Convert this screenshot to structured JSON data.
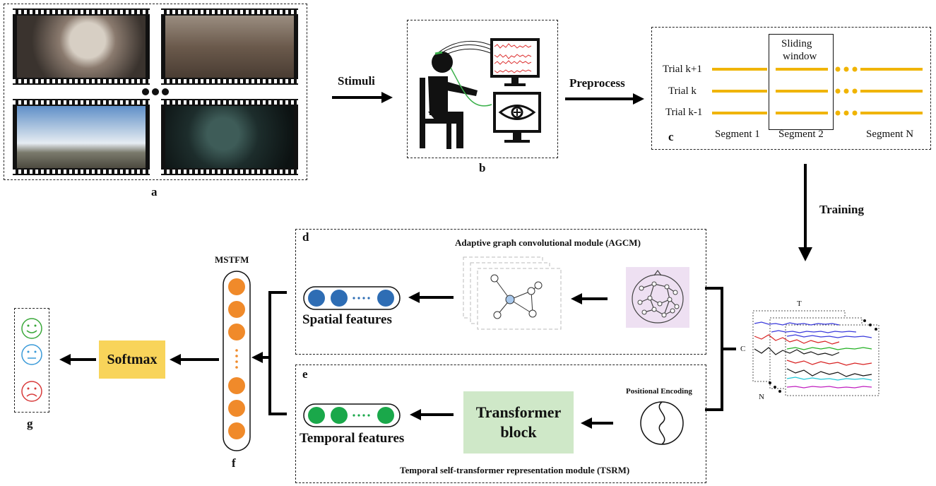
{
  "panel_labels": {
    "a": "a",
    "b": "b",
    "c": "c",
    "d": "d",
    "e": "e",
    "f": "f",
    "g": "g"
  },
  "arrows": {
    "stimuli": "Stimuli",
    "preprocess": "Preprocess",
    "training": "Training"
  },
  "panel_c": {
    "window_label_line1": "Sliding",
    "window_label_line2": "window",
    "trials": [
      "Trial k+1",
      "Trial k",
      "Trial k-1"
    ],
    "segments": [
      "Segment 1",
      "Segment 2",
      "Segment N"
    ],
    "line_color": "#f0b400"
  },
  "panel_d": {
    "title": "Adaptive graph convolutional module (AGCM)",
    "features_label": "Spatial features",
    "node_color": "#2e6db4"
  },
  "panel_e": {
    "title": "Temporal self-transformer representation module (TSRM)",
    "features_label": "Temporal features",
    "transformer_line1": "Transformer",
    "transformer_line2": "block",
    "positional_encoding": "Positional Encoding",
    "node_color": "#1aa84a"
  },
  "mstfm": {
    "label": "MSTFM",
    "node_color": "#f08a2a"
  },
  "softmax": {
    "label": "Softmax"
  },
  "eeg": {
    "t_label": "T",
    "c_label": "C",
    "n_label": "N"
  },
  "emotions": [
    {
      "name": "positive-face-icon",
      "color": "#3aa83a"
    },
    {
      "name": "neutral-face-icon",
      "color": "#3a9ad8"
    },
    {
      "name": "negative-face-icon",
      "color": "#d83a3a"
    }
  ]
}
